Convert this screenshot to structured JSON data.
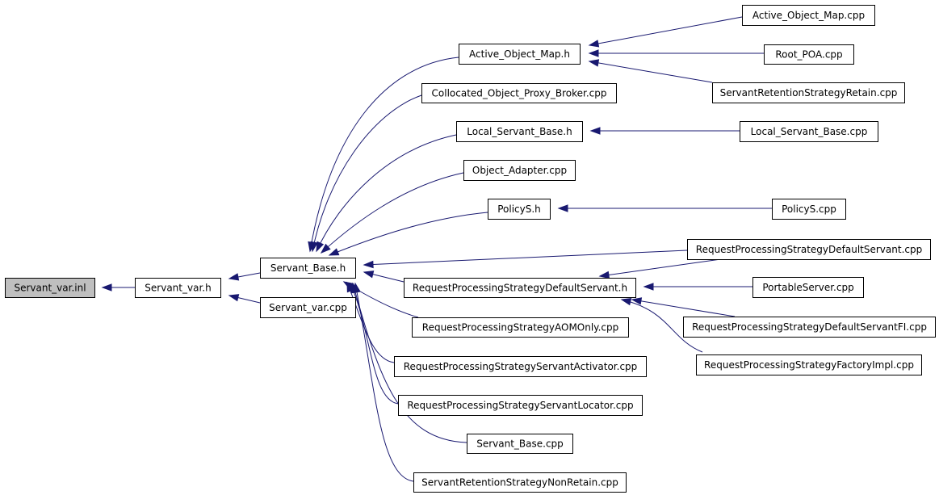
{
  "diagram": {
    "colors": {
      "edge": "#191970",
      "root_fill": "#bfbfbf",
      "node_fill": "#ffffff",
      "border": "#000000"
    },
    "nodes": [
      {
        "id": "servant_var_inl",
        "label": "Servant_var.inl"
      },
      {
        "id": "servant_var_h",
        "label": "Servant_var.h"
      },
      {
        "id": "servant_base_h",
        "label": "Servant_Base.h"
      },
      {
        "id": "servant_var_cpp",
        "label": "Servant_var.cpp"
      },
      {
        "id": "active_object_map_h",
        "label": "Active_Object_Map.h"
      },
      {
        "id": "collocated_cpp",
        "label": "Collocated_Object_Proxy_Broker.cpp"
      },
      {
        "id": "local_servant_base_h",
        "label": "Local_Servant_Base.h"
      },
      {
        "id": "object_adapter_cpp",
        "label": "Object_Adapter.cpp"
      },
      {
        "id": "policys_h",
        "label": "PolicyS.h"
      },
      {
        "id": "rpsds_h",
        "label": "RequestProcessingStrategyDefaultServant.h"
      },
      {
        "id": "rpsaom_cpp",
        "label": "RequestProcessingStrategyAOMOnly.cpp"
      },
      {
        "id": "rpssa_cpp",
        "label": "RequestProcessingStrategyServantActivator.cpp"
      },
      {
        "id": "rpssl_cpp",
        "label": "RequestProcessingStrategyServantLocator.cpp"
      },
      {
        "id": "servant_base_cpp",
        "label": "Servant_Base.cpp"
      },
      {
        "id": "srsnr_cpp",
        "label": "ServantRetentionStrategyNonRetain.cpp"
      },
      {
        "id": "active_object_map_cpp",
        "label": "Active_Object_Map.cpp"
      },
      {
        "id": "root_poa_cpp",
        "label": "Root_POA.cpp"
      },
      {
        "id": "srsr_cpp",
        "label": "ServantRetentionStrategyRetain.cpp"
      },
      {
        "id": "local_servant_base_cpp",
        "label": "Local_Servant_Base.cpp"
      },
      {
        "id": "policys_cpp",
        "label": "PolicyS.cpp"
      },
      {
        "id": "rpsds_cpp",
        "label": "RequestProcessingStrategyDefaultServant.cpp"
      },
      {
        "id": "portableserver_cpp",
        "label": "PortableServer.cpp"
      },
      {
        "id": "rpsdsfi_cpp",
        "label": "RequestProcessingStrategyDefaultServantFI.cpp"
      },
      {
        "id": "rpsfi_cpp",
        "label": "RequestProcessingStrategyFactoryImpl.cpp"
      }
    ],
    "edges": [
      {
        "from": "servant_var_h",
        "to": "servant_var_inl"
      },
      {
        "from": "servant_base_h",
        "to": "servant_var_h"
      },
      {
        "from": "servant_var_cpp",
        "to": "servant_var_h"
      },
      {
        "from": "active_object_map_h",
        "to": "servant_base_h"
      },
      {
        "from": "collocated_cpp",
        "to": "servant_base_h"
      },
      {
        "from": "local_servant_base_h",
        "to": "servant_base_h"
      },
      {
        "from": "object_adapter_cpp",
        "to": "servant_base_h"
      },
      {
        "from": "policys_h",
        "to": "servant_base_h"
      },
      {
        "from": "rpsds_cpp",
        "to": "servant_base_h"
      },
      {
        "from": "rpsds_h",
        "to": "servant_base_h"
      },
      {
        "from": "rpsaom_cpp",
        "to": "servant_base_h"
      },
      {
        "from": "rpssa_cpp",
        "to": "servant_base_h"
      },
      {
        "from": "rpssl_cpp",
        "to": "servant_base_h"
      },
      {
        "from": "servant_base_cpp",
        "to": "servant_base_h"
      },
      {
        "from": "srsnr_cpp",
        "to": "servant_base_h"
      },
      {
        "from": "active_object_map_cpp",
        "to": "active_object_map_h"
      },
      {
        "from": "root_poa_cpp",
        "to": "active_object_map_h"
      },
      {
        "from": "srsr_cpp",
        "to": "active_object_map_h"
      },
      {
        "from": "local_servant_base_cpp",
        "to": "local_servant_base_h"
      },
      {
        "from": "policys_cpp",
        "to": "policys_h"
      },
      {
        "from": "rpsds_cpp",
        "to": "rpsds_h"
      },
      {
        "from": "portableserver_cpp",
        "to": "rpsds_h"
      },
      {
        "from": "rpsdsfi_cpp",
        "to": "rpsds_h"
      },
      {
        "from": "rpsfi_cpp",
        "to": "rpsds_h"
      }
    ]
  }
}
